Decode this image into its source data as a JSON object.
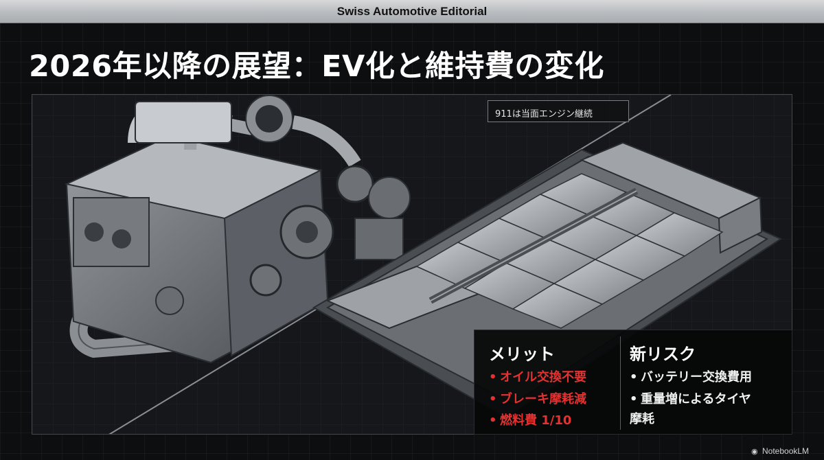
{
  "header": {
    "text": "Swiss Automotive Editorial"
  },
  "title": "2026年以降の展望：EV化と維持費の変化",
  "engine_note": "911は当面エンジン継続",
  "merits": {
    "heading": "メリット",
    "items": [
      "オイル交換不要",
      "ブレーキ摩耗減",
      "燃料費 1/10"
    ]
  },
  "risks": {
    "heading": "新リスク",
    "items": [
      "バッテリー交換費用",
      "重量増によるタイヤ",
      "摩耗"
    ]
  },
  "brand": {
    "label": "NotebookLM",
    "icon": "notebooklm-icon"
  },
  "colors": {
    "accent_red": "#e53130",
    "header_band": "#c8cacc",
    "background": "#0d0e10"
  }
}
